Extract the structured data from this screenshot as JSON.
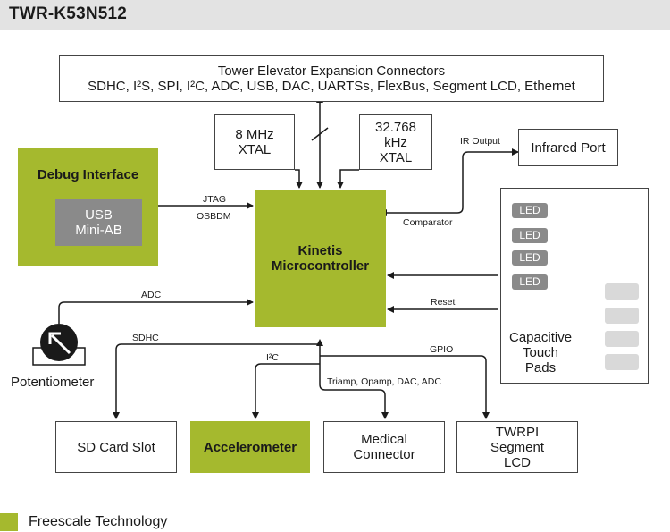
{
  "title": "TWR-K53N512",
  "tower": {
    "line1": "Tower Elevator Expansion Connectors",
    "line2": "SDHC, I²S, SPI, I²C, ADC, USB, DAC, UARTSs, FlexBus, Segment LCD, Ethernet"
  },
  "xtal8": {
    "line1": "8 MHz",
    "line2": "XTAL"
  },
  "xtal32": {
    "line1": "32.768",
    "line2": "kHz",
    "line3": "XTAL"
  },
  "infrared": "Infrared Port",
  "ir_output": "IR Output",
  "debug": {
    "title": "Debug Interface",
    "usb_line1": "USB",
    "usb_line2": "Mini-AB"
  },
  "jtag": "JTAG",
  "osbdm": "OSBDM",
  "mcu": {
    "line1": "Kinetis",
    "line2": "Microcontroller"
  },
  "comparator": "Comparator",
  "reset": "Reset",
  "adc": "ADC",
  "sdhc": "SDHC",
  "i2c": "I²C",
  "gpio": "GPIO",
  "triamp": "Triamp, Opamp, DAC, ADC",
  "potentiometer": "Potentiometer",
  "leds": [
    "LED",
    "LED",
    "LED",
    "LED"
  ],
  "touch": {
    "line1": "Capacitive",
    "line2": "Touch",
    "line3": "Pads"
  },
  "sd_card": "SD Card Slot",
  "accelerometer": "Accelerometer",
  "medical": {
    "line1": "Medical",
    "line2": "Connector"
  },
  "twrpi": {
    "line1": "TWRPI",
    "line2": "Segment",
    "line3": "LCD"
  },
  "legend": "Freescale Technology",
  "colors": {
    "freescale_green": "#a5b92e",
    "title_bar": "#e3e3e3",
    "usb_box": "#8a8a8a",
    "led": "#8a8a8a"
  }
}
